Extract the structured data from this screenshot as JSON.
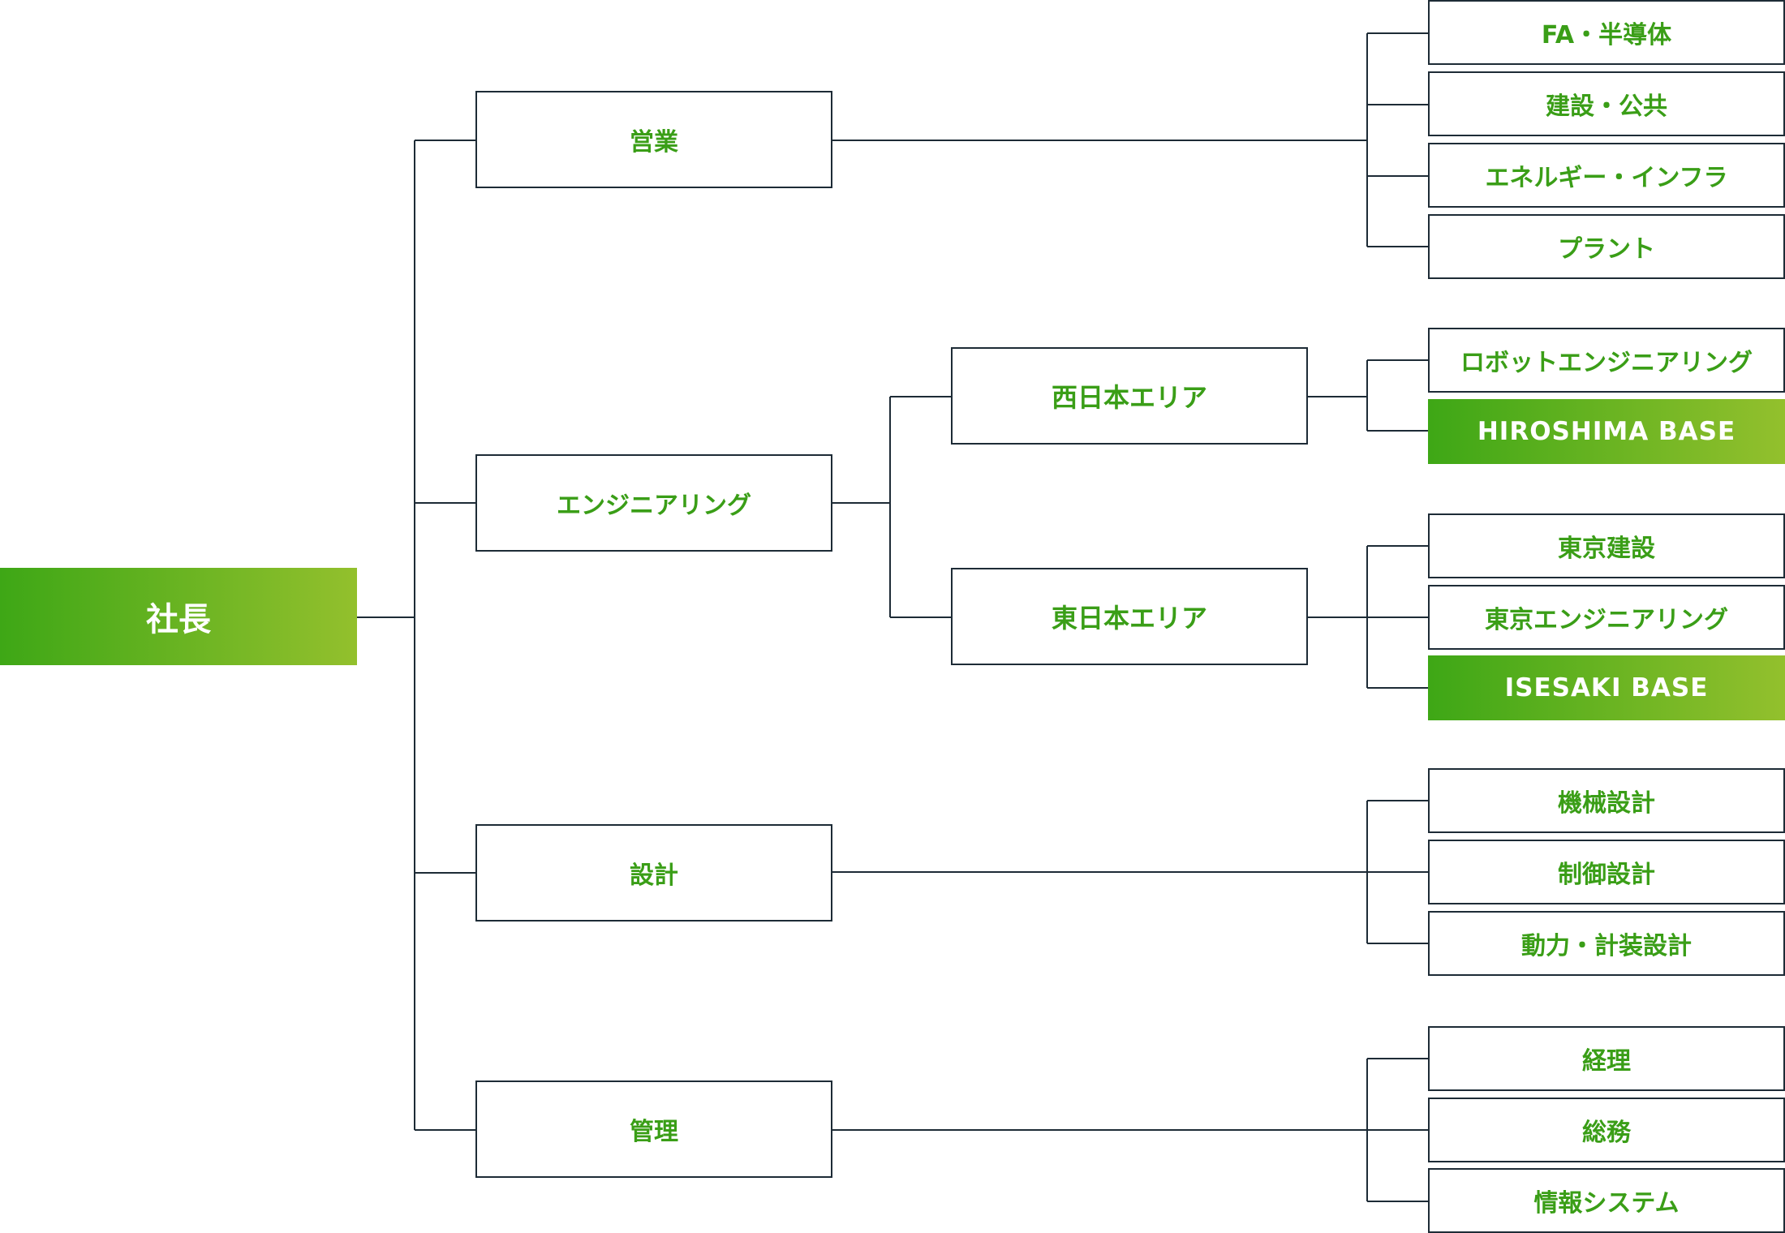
{
  "colors": {
    "green_text": "#3a9e17",
    "gradient_start": "#3ea716",
    "gradient_end": "#93c02d",
    "line": "#1d2b36"
  },
  "org": {
    "president": "社長",
    "sales": {
      "label": "営業",
      "children": [
        "FA・半導体",
        "建設・公共",
        "エネルギー・インフラ",
        "プラント"
      ]
    },
    "engineering": {
      "label": "エンジニアリング",
      "west": {
        "label": "西日本エリア",
        "children": [
          "ロボットエンジニアリング",
          "HIROSHIMA BASE"
        ]
      },
      "east": {
        "label": "東日本エリア",
        "children": [
          "東京建設",
          "東京エンジニアリング",
          "ISESAKI BASE"
        ]
      }
    },
    "design": {
      "label": "設計",
      "children": [
        "機械設計",
        "制御設計",
        "動力・計装設計"
      ]
    },
    "admin": {
      "label": "管理",
      "children": [
        "経理",
        "総務",
        "情報システム"
      ]
    }
  }
}
